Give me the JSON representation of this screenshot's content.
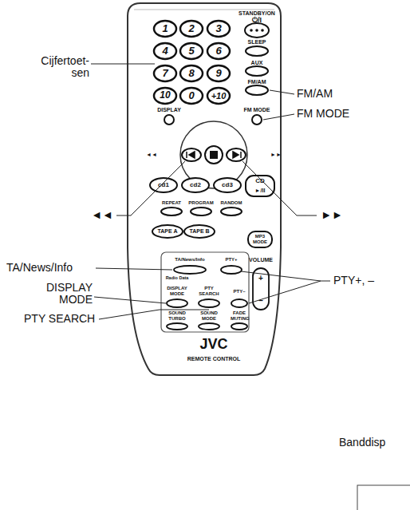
{
  "diagram": {
    "labels": [
      "Cijfertoet- sen",
      "FM/AM",
      "FM MODE",
      "◄◄",
      "►►",
      "TA/News/Info",
      "DISPLAY MODE",
      "PTY SEARCH",
      "PTY+, –",
      "Banddisp",
      "STANDBY/ON",
      "⏻/I",
      "1",
      "2",
      "3",
      "4",
      "5",
      "6",
      "7",
      "8",
      "9",
      "10",
      "0",
      "+10",
      "SLEEP",
      "AUX",
      "FM/AM",
      "DISPLAY",
      "FM MODE",
      "cd1",
      "cd2",
      "cd3",
      "CD",
      "►/II",
      "REPEAT",
      "PROGRAM",
      "RANDOM",
      "TAPE A",
      "TAPE B",
      "MP3 MODE",
      "TA/News/Info",
      "Radio Data",
      "PTY+",
      "VOLUME",
      "+",
      "–",
      "DISPLAY MODE",
      "PTY SEARCH",
      "PTY–",
      "SOUND TURBO",
      "SOUND MODE",
      "FADE MUTING",
      "JVC",
      "REMOTE CONTROL",
      "◄◄",
      "►►"
    ]
  }
}
